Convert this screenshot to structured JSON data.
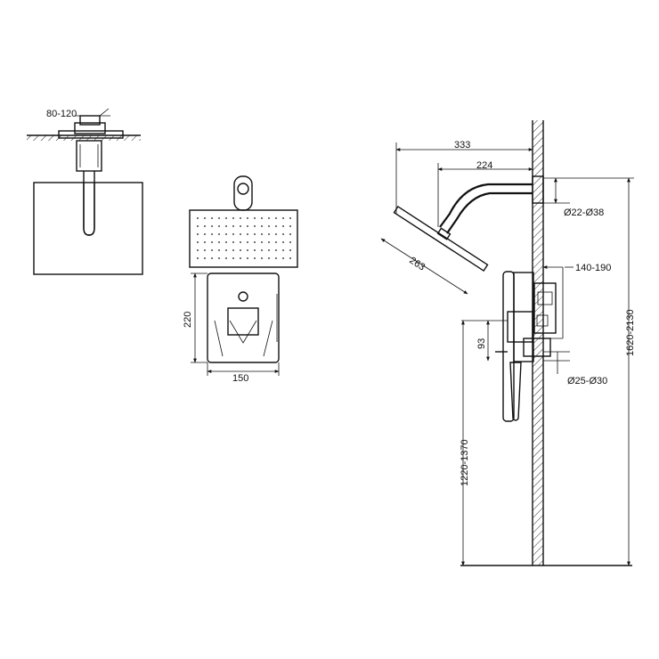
{
  "dimensions": {
    "flange_depth": "80-120",
    "mixer_height": "220",
    "mixer_width": "150",
    "arm_reach_total": "333",
    "arm_reach": "224",
    "head_diameter": "263",
    "arm_pipe": "Ø22-Ø38",
    "valve_depth": "140-190",
    "valve_offset": "93",
    "supply_pipe": "Ø25-Ø30",
    "head_height": "1620-2130",
    "valve_height": "1220-1370"
  },
  "colors": {
    "line": "#111111",
    "background": "#ffffff"
  }
}
